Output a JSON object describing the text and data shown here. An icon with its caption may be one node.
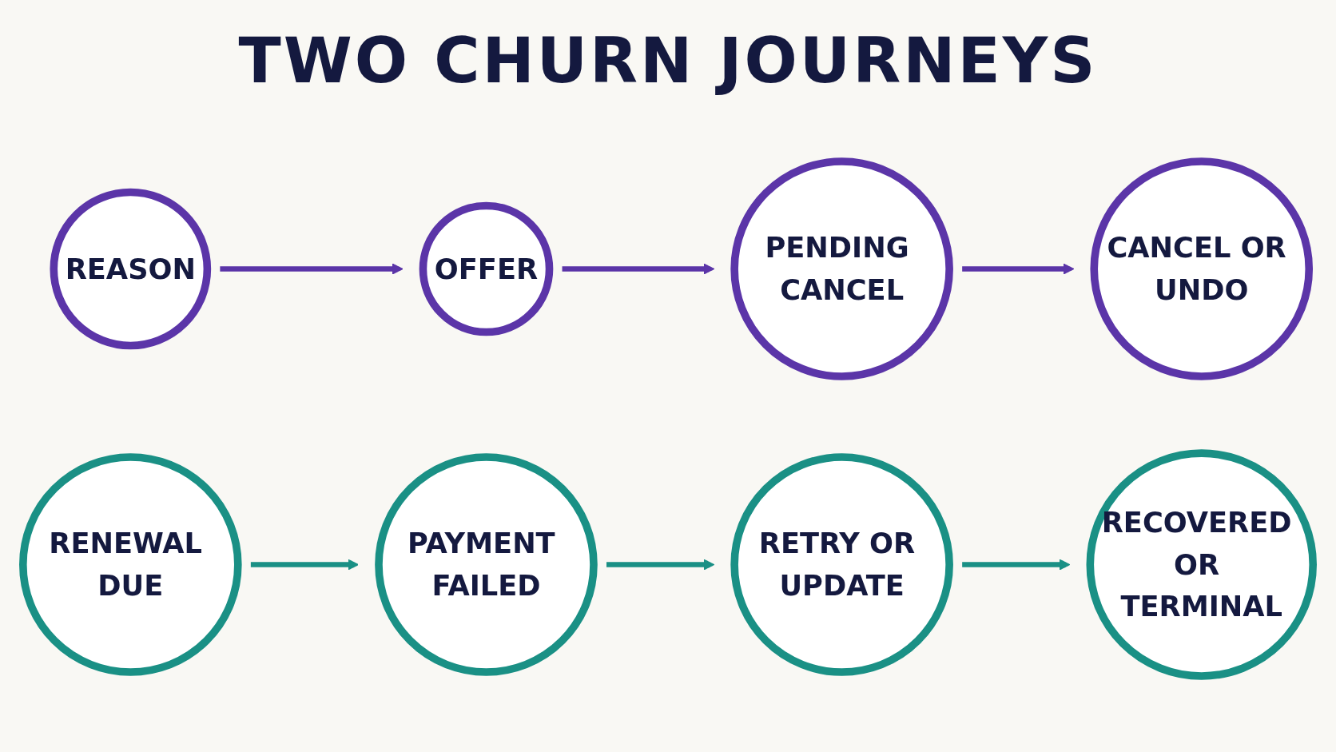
{
  "diagram": {
    "title": "TWO CHURN JOURNEYS",
    "nodes": [
      {
        "text": [
          "REASON"
        ]
      },
      {
        "text": [
          "OFFER"
        ]
      },
      {
        "text": [
          "PENDING CANCEL"
        ]
      },
      {
        "text": [
          "CANCEL OR UNDO"
        ]
      },
      {
        "text": [
          "RENEWAL DUE"
        ]
      },
      {
        "text": [
          "PAYMENT FAILED"
        ]
      },
      {
        "text": [
          "RETRY OR UPDATE"
        ]
      },
      {
        "text": [
          "RECOVERED OR TERMINAL"
        ]
      }
    ],
    "edges": [
      {
        "from": 0,
        "to": 1,
        "arrow": "to",
        "color": "#5b35a8"
      },
      {
        "from": 1,
        "to": 2,
        "arrow": "to",
        "color": "#5b35a8"
      },
      {
        "from": 2,
        "to": 3,
        "arrow": "to",
        "color": "#5b35a8"
      },
      {
        "from": 4,
        "to": 5,
        "arrow": "to",
        "color": "#1a9085"
      },
      {
        "from": 5,
        "to": 6,
        "arrow": "to",
        "color": "#1a9085"
      },
      {
        "from": 6,
        "to": 7,
        "arrow": "to",
        "color": "#1a9085"
      }
    ]
  }
}
